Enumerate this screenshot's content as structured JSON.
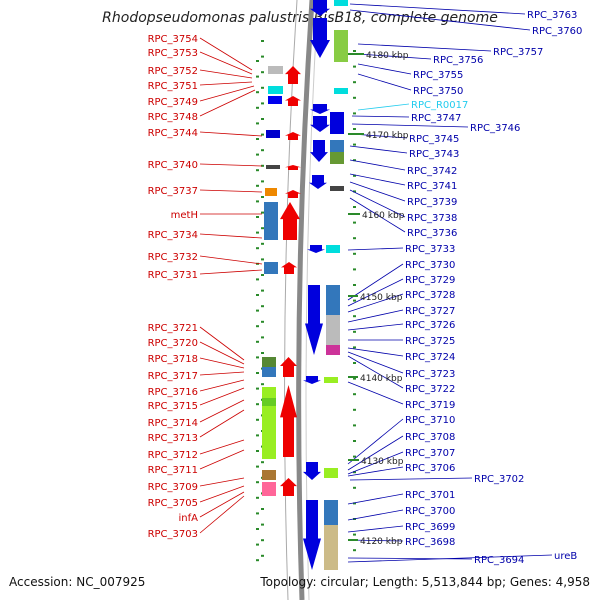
{
  "title": "Rhodopseudomonas palustris BisB18, complete genome",
  "accession": "Accession: NC_007925",
  "topology": "Topology: circular; Length: 5,513,844 bp; Genes: 4,958",
  "colors": {
    "left_label": "#cc0000",
    "right_label": "#0000aa",
    "rna_label": "#22ccee"
  },
  "left_genes": [
    "RPC_3754",
    "RPC_3753",
    "RPC_3752",
    "RPC_3751",
    "RPC_3749",
    "RPC_3748",
    "RPC_3744",
    "RPC_3740",
    "RPC_3737",
    "metH",
    "RPC_3734",
    "RPC_3732",
    "RPC_3731",
    "RPC_3721",
    "RPC_3720",
    "RPC_3718",
    "RPC_3717",
    "RPC_3716",
    "RPC_3715",
    "RPC_3714",
    "RPC_3713",
    "RPC_3712",
    "RPC_3711",
    "RPC_3709",
    "RPC_3705",
    "infA",
    "RPC_3703"
  ],
  "right_genes": [
    "RPC_3763",
    "RPC_3760",
    "RPC_3757",
    "RPC_3756",
    "RPC_3755",
    "RPC_3750",
    "RPC_R0017",
    "RPC_3747",
    "RPC_3746",
    "RPC_3745",
    "RPC_3743",
    "RPC_3742",
    "RPC_3741",
    "RPC_3739",
    "RPC_3738",
    "RPC_3736",
    "RPC_3733",
    "RPC_3730",
    "RPC_3729",
    "RPC_3728",
    "RPC_3727",
    "RPC_3726",
    "RPC_3725",
    "RPC_3724",
    "RPC_3723",
    "RPC_3722",
    "RPC_3719",
    "RPC_3710",
    "RPC_3708",
    "RPC_3707",
    "RPC_3706",
    "RPC_3702",
    "RPC_3701",
    "RPC_3700",
    "RPC_3699",
    "RPC_3698",
    "RPC_3694",
    "ureB"
  ],
  "ticks": [
    "4180 kbp",
    "4170 kbp",
    "4160 kbp",
    "4150 kbp",
    "4140 kbp",
    "4130 kbp",
    "4120 kbp"
  ]
}
